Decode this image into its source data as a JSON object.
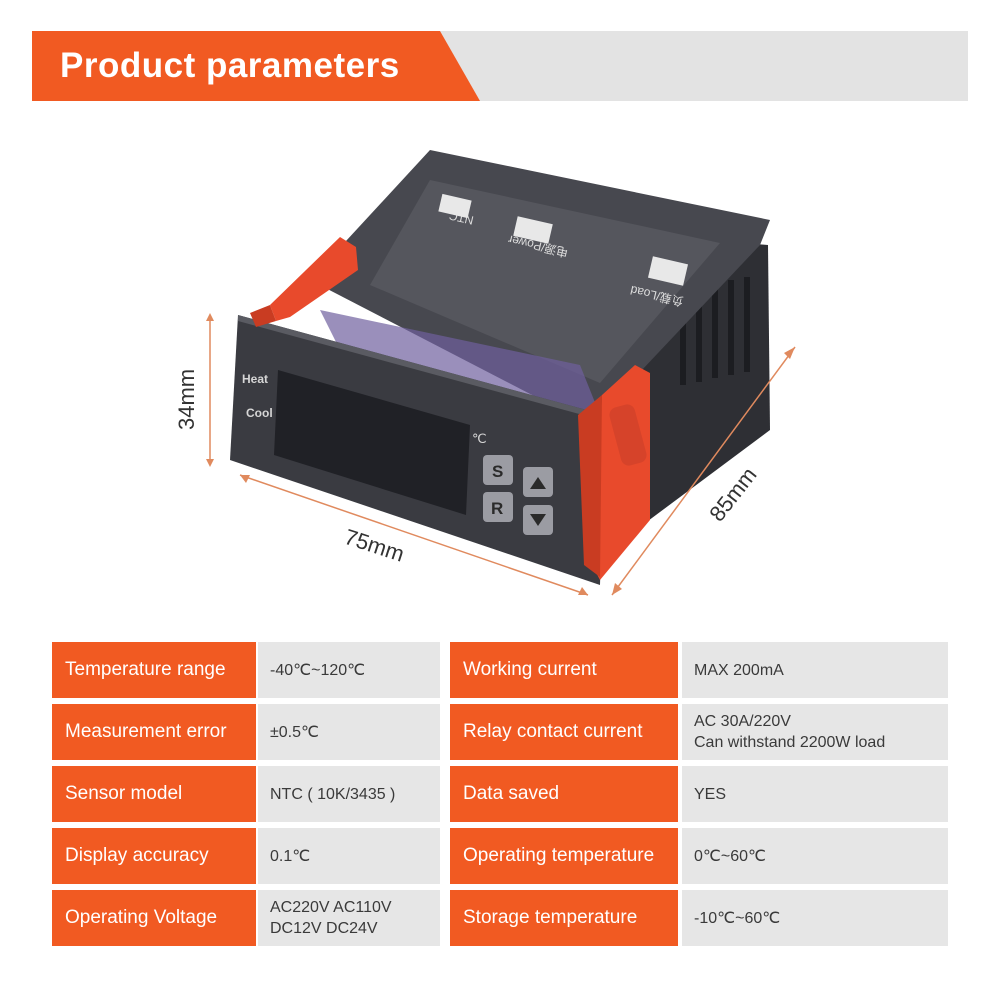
{
  "header": {
    "title": "Product parameters"
  },
  "product_image": {
    "dimensions": {
      "height": "34mm",
      "width": "75mm",
      "depth": "85mm"
    },
    "front_panel": {
      "heat_label": "Heat",
      "cool_label": "Cool",
      "unit": "℃",
      "buttons": {
        "set": "S",
        "reset": "R",
        "up": "▲",
        "down": "▼"
      }
    },
    "rear_labels": {
      "ntc": "NTC",
      "power": "电源/Power",
      "load": "负载/Load"
    }
  },
  "specs": [
    {
      "left_label": "Temperature range",
      "left_value": "-40℃~120℃",
      "right_label": "Working current",
      "right_value": "MAX 200mA"
    },
    {
      "left_label": "Measurement error",
      "left_value": "±0.5℃",
      "right_label": "Relay contact current",
      "right_value": "AC 30A/220V\nCan withstand 2200W load"
    },
    {
      "left_label": "Sensor model",
      "left_value": "NTC ( 10K/3435 )",
      "right_label": "Data saved",
      "right_value": "YES"
    },
    {
      "left_label": "Display accuracy",
      "left_value": "0.1℃",
      "right_label": "Operating temperature",
      "right_value": "0℃~60℃"
    },
    {
      "left_label": "Operating Voltage",
      "left_value": "AC220V AC110V\nDC12V DC24V",
      "right_label": "Storage temperature",
      "right_value": "-10℃~60℃"
    }
  ],
  "colors": {
    "accent": "#f15a22",
    "label_text": "#ffffff",
    "value_bg": "#e6e6e6",
    "banner_bg": "#e3e3e3",
    "device_body": "#3d3e44",
    "clip_red": "#e84a2c"
  }
}
